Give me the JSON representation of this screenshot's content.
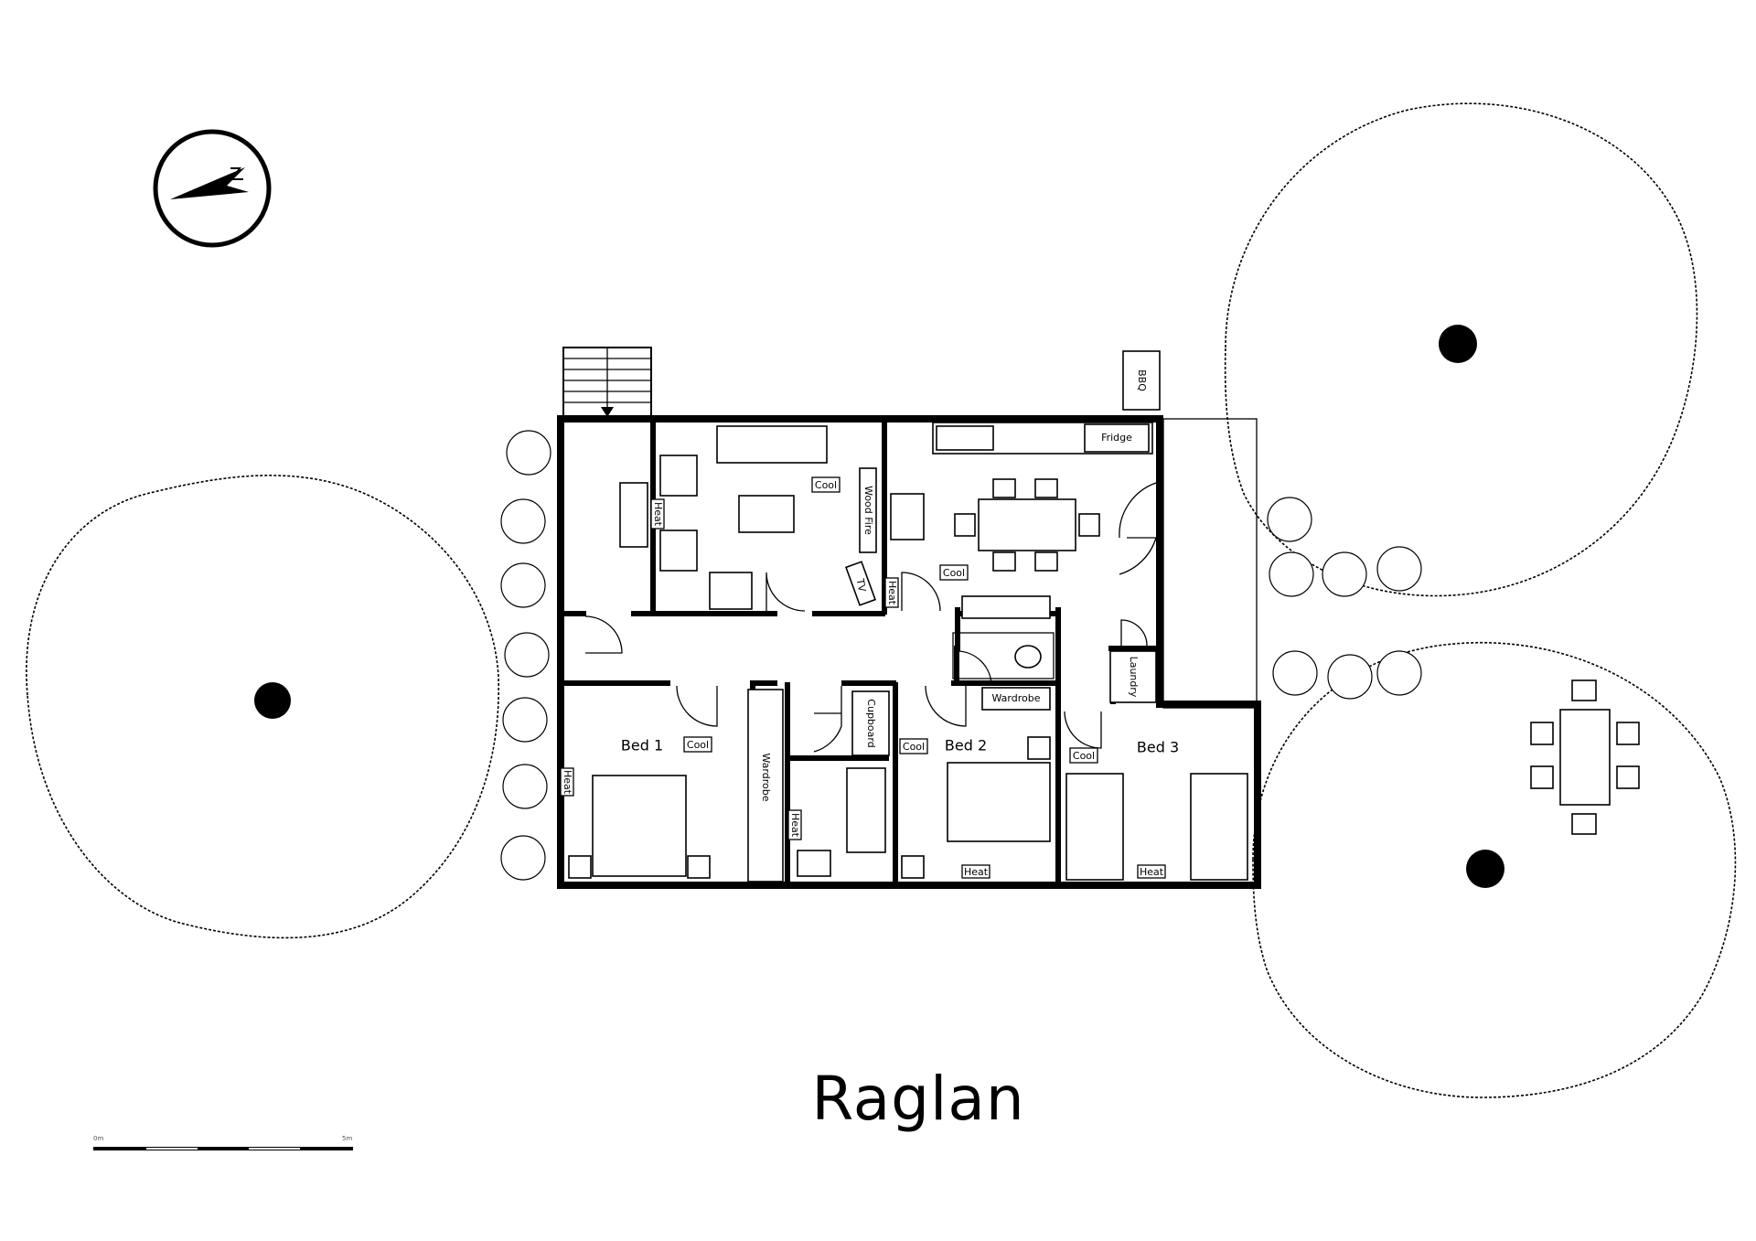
{
  "title": "Raglan",
  "scale": {
    "start": "0m",
    "end": "5m"
  },
  "rooms": {
    "bed1": "Bed 1",
    "bed2": "Bed 2",
    "bed3": "Bed 3"
  },
  "labels": {
    "cool_living": "Cool",
    "cool_dining": "Cool",
    "cool_bed1": "Cool",
    "cool_bed2": "Cool",
    "cool_bed3": "Cool",
    "heat_living": "Heat",
    "heat_dining": "Heat",
    "heat_bed1": "Heat",
    "heat_bath": "Heat",
    "heat_bed2": "Heat",
    "heat_bed3": "Heat",
    "wood_fire": "Wood Fire",
    "tv": "TV",
    "fridge": "Fridge",
    "bbq": "BBQ",
    "laundry": "Laundry",
    "cupboard": "Cupboard",
    "wardrobe_bed1": "Wardrobe",
    "wardrobe_bed2": "Wardrobe"
  },
  "icons": {
    "compass": "north-arrow-icon",
    "tree": "tree-canopy-icon",
    "shrub": "shrub-icon"
  }
}
